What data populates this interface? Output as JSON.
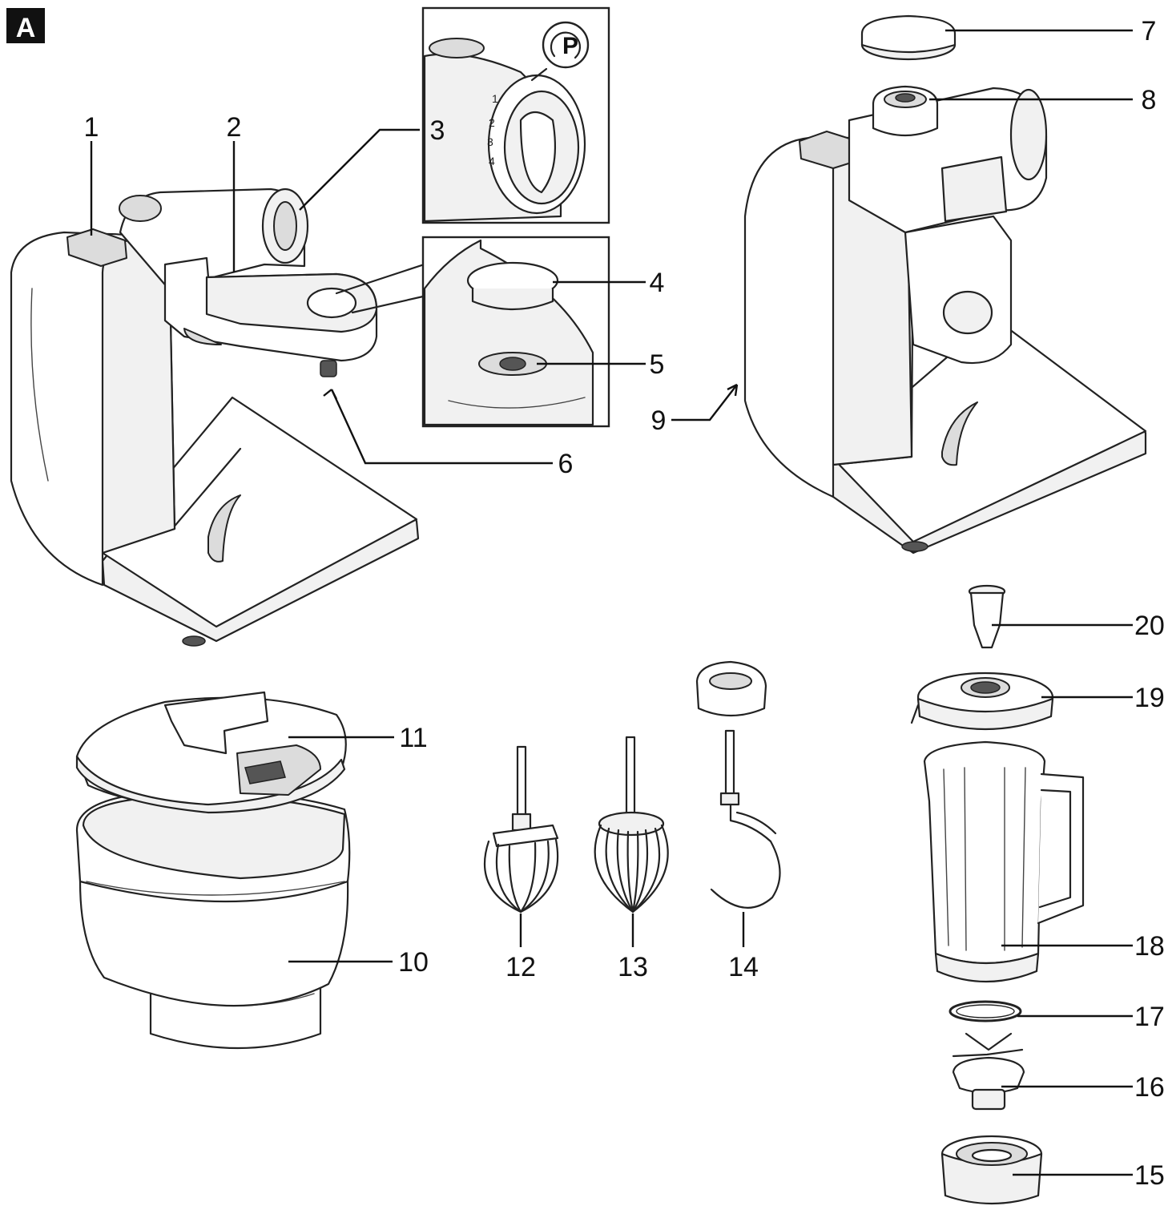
{
  "figure_tag": "A",
  "dial_markings": {
    "program": "P",
    "speeds": [
      "1",
      "2",
      "3",
      "4"
    ]
  },
  "callouts": [
    "1",
    "2",
    "3",
    "4",
    "5",
    "6",
    "7",
    "8",
    "9",
    "10",
    "11",
    "12",
    "13",
    "14",
    "15",
    "16",
    "17",
    "18",
    "19",
    "20"
  ]
}
